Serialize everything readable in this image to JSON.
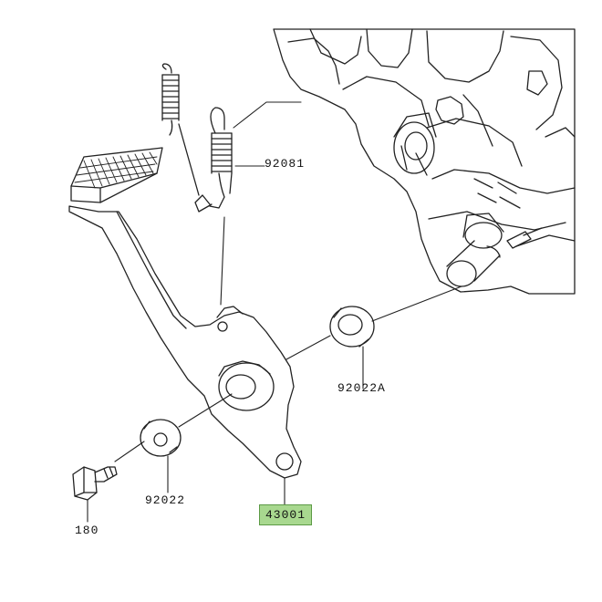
{
  "diagram": {
    "parts": [
      {
        "id": "spring",
        "number": "92081"
      },
      {
        "id": "washer-a",
        "number": "92022A"
      },
      {
        "id": "washer",
        "number": "92022"
      },
      {
        "id": "bolt",
        "number": "180"
      },
      {
        "id": "brake-pedal",
        "number": "43001",
        "highlighted": true
      }
    ],
    "colors": {
      "line": "#222222",
      "highlight_fill": "#a8d88f",
      "highlight_border": "#5c9a45"
    }
  }
}
